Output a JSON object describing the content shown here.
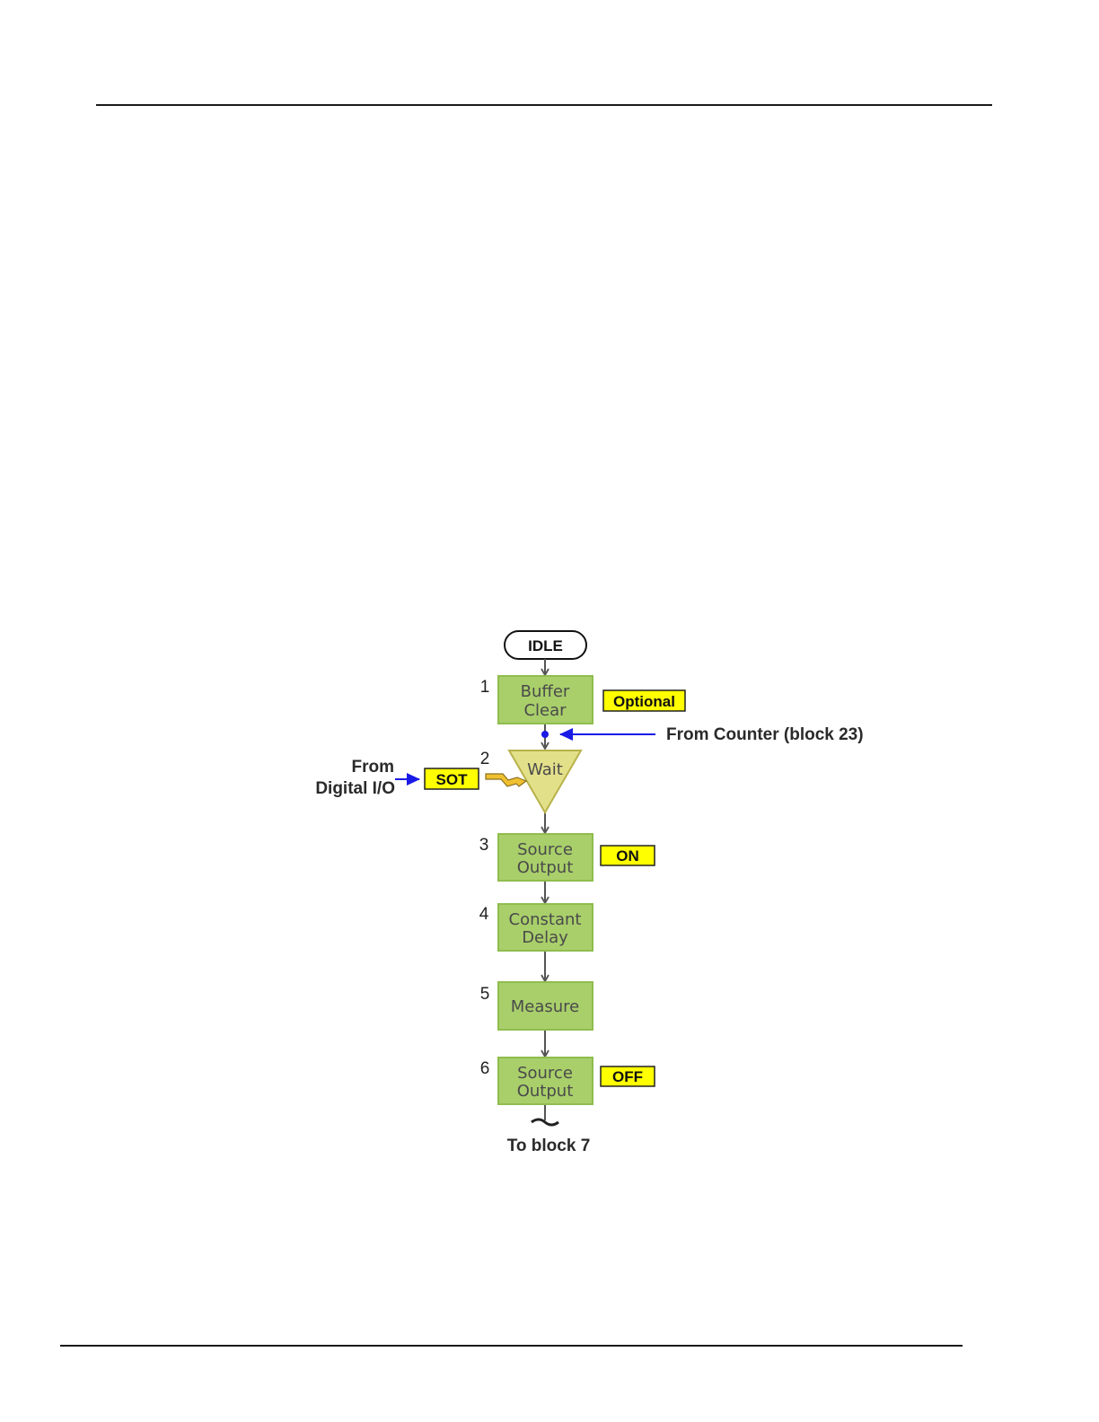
{
  "diagram": {
    "idle_label": "IDLE",
    "blocks": [
      {
        "number": "1",
        "lines": [
          "Buffer",
          "Clear"
        ]
      },
      {
        "number": "2",
        "lines": [
          "Wait"
        ]
      },
      {
        "number": "3",
        "lines": [
          "Source",
          "Output"
        ]
      },
      {
        "number": "4",
        "lines": [
          "Constant",
          "Delay"
        ]
      },
      {
        "number": "5",
        "lines": [
          "Measure"
        ]
      },
      {
        "number": "6",
        "lines": [
          "Source",
          "Output"
        ]
      }
    ],
    "tags": {
      "optional": "Optional",
      "sot": "SOT",
      "on": "ON",
      "off": "OFF"
    },
    "from_counter": "From Counter (block 23)",
    "from_digital_io": [
      "From",
      "Digital I/O"
    ],
    "to_block": "To block 7",
    "colors": {
      "block_fill": "#a9cf6b",
      "wait_fill": "#e3e08a",
      "tag_fill": "#ffff00",
      "arrow_blue": "#1a1ae6"
    }
  }
}
